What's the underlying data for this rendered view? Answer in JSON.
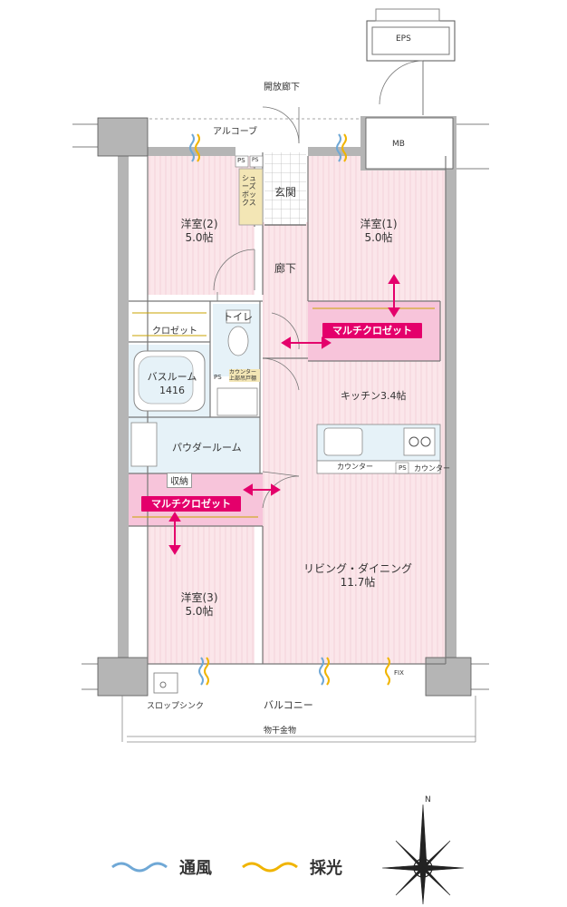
{
  "plan": {
    "eps": "EPS",
    "corridor_open": "開放廊下",
    "alcove": "アルコーブ",
    "mb": "MB",
    "ps": "PS",
    "ps_dot": "PS",
    "shoes_box": "シューズボックス",
    "entrance": "玄関",
    "hallway": "廊下",
    "room2_name": "洋室(2)",
    "room2_size": "5.0帖",
    "room1_name": "洋室(1)",
    "room1_size": "5.0帖",
    "room3_name": "洋室(3)",
    "room3_size": "5.0帖",
    "closet": "クロゼット",
    "toilet": "トイレ",
    "multi_closet": "マルチクロゼット",
    "bathroom_name": "バスルーム",
    "bathroom_size": "1416",
    "counter_upper": "カウンター上部吊戸棚",
    "kitchen": "キッチン3.4帖",
    "counter": "カウンター",
    "powder_room": "パウダールーム",
    "storage": "収納",
    "living_name": "リビング・ダイニング",
    "living_size": "11.7帖",
    "balcony": "バルコニー",
    "slop_sink": "スロップシンク",
    "drying_hardware": "物干金物",
    "fix": "FIX",
    "north": "N"
  },
  "legend": {
    "ventilation": "通風",
    "daylight": "採光"
  },
  "colors": {
    "room_fill": "#fbe6ea",
    "wet_fill": "#e6f2f8",
    "accent": "#e4006b",
    "wind": "#6fa8d6",
    "light": "#f0b400",
    "wall": "#b5b5b5"
  }
}
